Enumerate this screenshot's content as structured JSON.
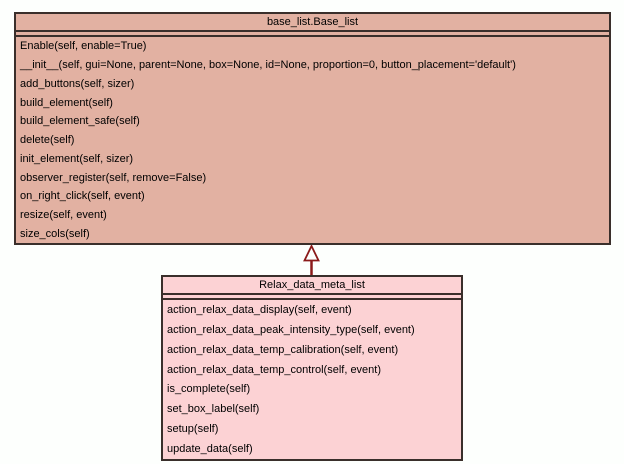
{
  "colors": {
    "bg": "#fdfffd",
    "border": "#3a2f2b",
    "arrow": "#8b1a1a",
    "fill-base": "#e2b1a2",
    "fill-sub": "#fcd2d4",
    "text": "#000000"
  },
  "diagram": {
    "type": "uml-class-diagram",
    "relationship": "inheritance (Relax_data_meta_list extends base_list.Base_list)",
    "classes": [
      {
        "name": "base_list.Base_list",
        "fill": "#e2b1a2",
        "attributes": [],
        "methods": [
          "Enable(self, enable=True)",
          "__init__(self, gui=None, parent=None, box=None, id=None, proportion=0, button_placement='default')",
          "add_buttons(self, sizer)",
          "build_element(self)",
          "build_element_safe(self)",
          "delete(self)",
          "init_element(self, sizer)",
          "observer_register(self, remove=False)",
          "on_right_click(self, event)",
          "resize(self, event)",
          "size_cols(self)"
        ]
      },
      {
        "name": "Relax_data_meta_list",
        "fill": "#fcd2d4",
        "attributes": [],
        "methods": [
          "action_relax_data_display(self, event)",
          "action_relax_data_peak_intensity_type(self, event)",
          "action_relax_data_temp_calibration(self, event)",
          "action_relax_data_temp_control(self, event)",
          "is_complete(self)",
          "set_box_label(self)",
          "setup(self)",
          "update_data(self)"
        ]
      }
    ]
  }
}
